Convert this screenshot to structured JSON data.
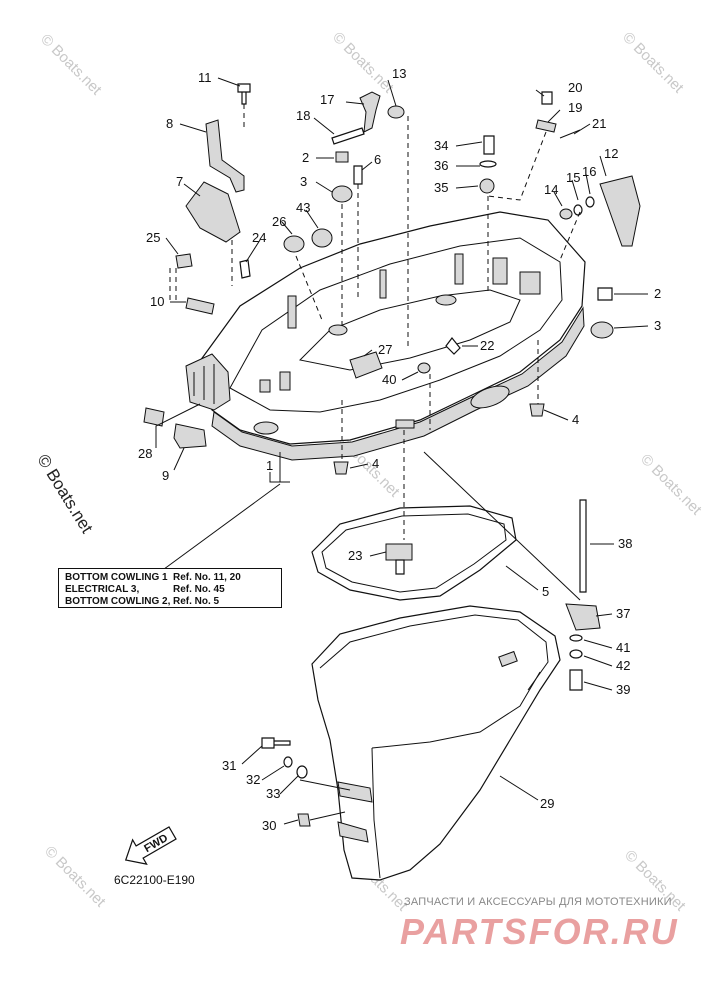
{
  "callouts": [
    {
      "id": "c11",
      "label": "11"
    },
    {
      "id": "c13",
      "label": "13"
    },
    {
      "id": "c20",
      "label": "20"
    },
    {
      "id": "c8",
      "label": "8"
    },
    {
      "id": "c17",
      "label": "17"
    },
    {
      "id": "c19",
      "label": "19"
    },
    {
      "id": "c18",
      "label": "18"
    },
    {
      "id": "c21",
      "label": "21"
    },
    {
      "id": "c34",
      "label": "34"
    },
    {
      "id": "c2a",
      "label": "2"
    },
    {
      "id": "c6",
      "label": "6"
    },
    {
      "id": "c12",
      "label": "12"
    },
    {
      "id": "c36",
      "label": "36"
    },
    {
      "id": "c7",
      "label": "7"
    },
    {
      "id": "c3a",
      "label": "3"
    },
    {
      "id": "c35",
      "label": "35"
    },
    {
      "id": "c15",
      "label": "15"
    },
    {
      "id": "c16",
      "label": "16"
    },
    {
      "id": "c14",
      "label": "14"
    },
    {
      "id": "c26",
      "label": "26"
    },
    {
      "id": "c43",
      "label": "43"
    },
    {
      "id": "c25",
      "label": "25"
    },
    {
      "id": "c24",
      "label": "24"
    },
    {
      "id": "c2b",
      "label": "2"
    },
    {
      "id": "c10",
      "label": "10"
    },
    {
      "id": "c3b",
      "label": "3"
    },
    {
      "id": "c27",
      "label": "27"
    },
    {
      "id": "c22",
      "label": "22"
    },
    {
      "id": "c40",
      "label": "40"
    },
    {
      "id": "c4a",
      "label": "4"
    },
    {
      "id": "c28",
      "label": "28"
    },
    {
      "id": "c9",
      "label": "9"
    },
    {
      "id": "c4b",
      "label": "4"
    },
    {
      "id": "c1",
      "label": "1"
    },
    {
      "id": "c38",
      "label": "38"
    },
    {
      "id": "c23",
      "label": "23"
    },
    {
      "id": "c5",
      "label": "5"
    },
    {
      "id": "c37",
      "label": "37"
    },
    {
      "id": "c41",
      "label": "41"
    },
    {
      "id": "c42",
      "label": "42"
    },
    {
      "id": "c39",
      "label": "39"
    },
    {
      "id": "c31",
      "label": "31"
    },
    {
      "id": "c32",
      "label": "32"
    },
    {
      "id": "c33",
      "label": "33"
    },
    {
      "id": "c29",
      "label": "29"
    },
    {
      "id": "c30",
      "label": "30"
    }
  ],
  "ref_table": [
    {
      "name": "BOTTOM COWLING 1",
      "ref": "Ref. No. 11, 20"
    },
    {
      "name": "ELECTRICAL 3,",
      "ref": "Ref. No. 45"
    },
    {
      "name": "BOTTOM COWLING 2,",
      "ref": "Ref. No. 5"
    }
  ],
  "fwd_label": "FWD",
  "diagram_code": "6C22100-E190",
  "watermark": "© Boats.net",
  "shop_subtitle": "ЗАПЧАСТИ И АКСЕССУАРЫ ДЛЯ МОТОТЕХНИКИ",
  "shop_logo": "PARTSFOR.RU"
}
